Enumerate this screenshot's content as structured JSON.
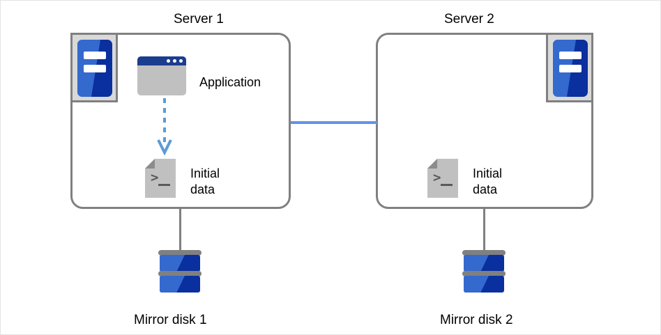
{
  "diagram": {
    "title_bar_color": "#6293ea",
    "outline_color": "#808080",
    "accent_blue_dark": "#0a2f9e",
    "accent_blue_light": "#3469cd",
    "arrow_color": "#5b9bd5",
    "nodes": {
      "server1": {
        "title": "Server 1",
        "icon": "server-icon",
        "app": {
          "icon": "application-window-icon",
          "label": "Application"
        },
        "data": {
          "icon": "data-file-icon",
          "label": "Initial\ndata"
        }
      },
      "server2": {
        "title": "Server 2",
        "icon": "server-icon",
        "data": {
          "icon": "data-file-icon",
          "label": "Initial\ndata"
        }
      },
      "disk1": {
        "icon": "mirror-disk-icon",
        "label": "Mirror disk 1"
      },
      "disk2": {
        "icon": "mirror-disk-icon",
        "label": "Mirror disk 2"
      }
    },
    "connections": {
      "interconnect": "server-interconnect-link",
      "disk1_link": "server1-to-mirror-disk-1",
      "disk2_link": "server2-to-mirror-disk-2",
      "app_to_data": "application-writes-initial-data"
    }
  }
}
